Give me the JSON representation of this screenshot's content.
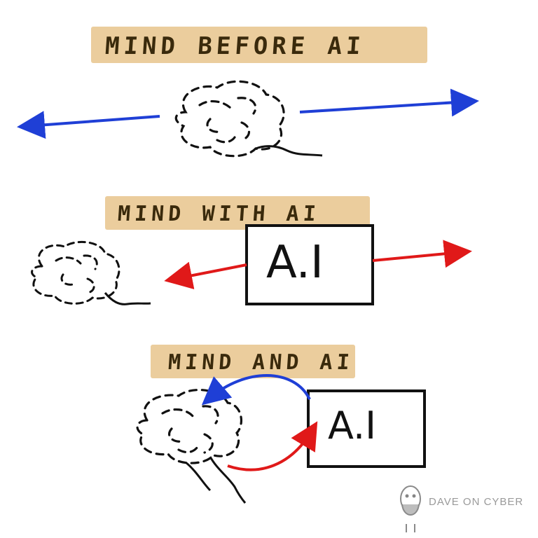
{
  "sections": [
    {
      "title": "MIND BEFORE AI"
    },
    {
      "title": "MIND WITH AI",
      "box_label": "A.I"
    },
    {
      "title": "MIND AND AI",
      "box_label": "A.I"
    }
  ],
  "credit": "DAVE ON CYBER",
  "colors": {
    "highlight": "#e8c48c",
    "title_ink": "#3a2a0c",
    "blue_arrow": "#1f3fd6",
    "red_arrow": "#e01919",
    "ink": "#111111"
  },
  "icons": [
    "brain-icon",
    "brain-icon",
    "brain-icon",
    "avatar-icon"
  ]
}
